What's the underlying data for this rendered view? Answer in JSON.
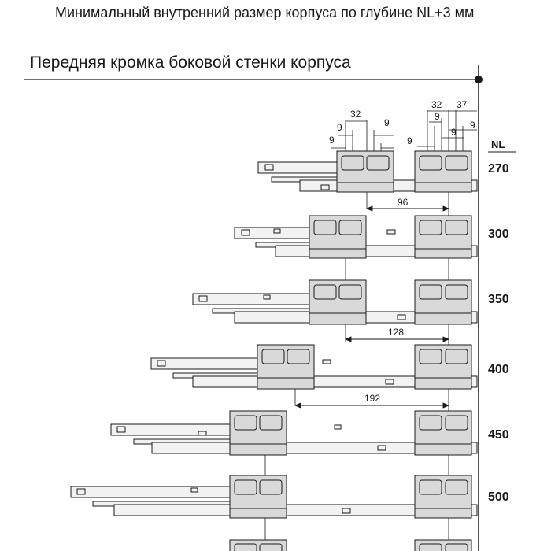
{
  "header": {
    "subtitle": "Минимальный внутренний размер корпуса по глубине NL+3 мм",
    "heading": "Передняя кромка боковой стенки корпуса"
  },
  "nl_column": {
    "header": "NL",
    "rows": [
      {
        "label": "270"
      },
      {
        "label": "300"
      },
      {
        "label": "350"
      },
      {
        "label": "400"
      },
      {
        "label": "450"
      },
      {
        "label": "500"
      }
    ]
  },
  "dimensions": {
    "top_left": {
      "span": "32",
      "left_a": "9",
      "left_b": "9",
      "right": "9"
    },
    "top_right": {
      "span_a": "32",
      "span_b": "37",
      "inner_a": "9",
      "left": "9",
      "right_a": "9",
      "right_b": "9"
    },
    "distances": [
      "96",
      "128",
      "192"
    ]
  }
}
